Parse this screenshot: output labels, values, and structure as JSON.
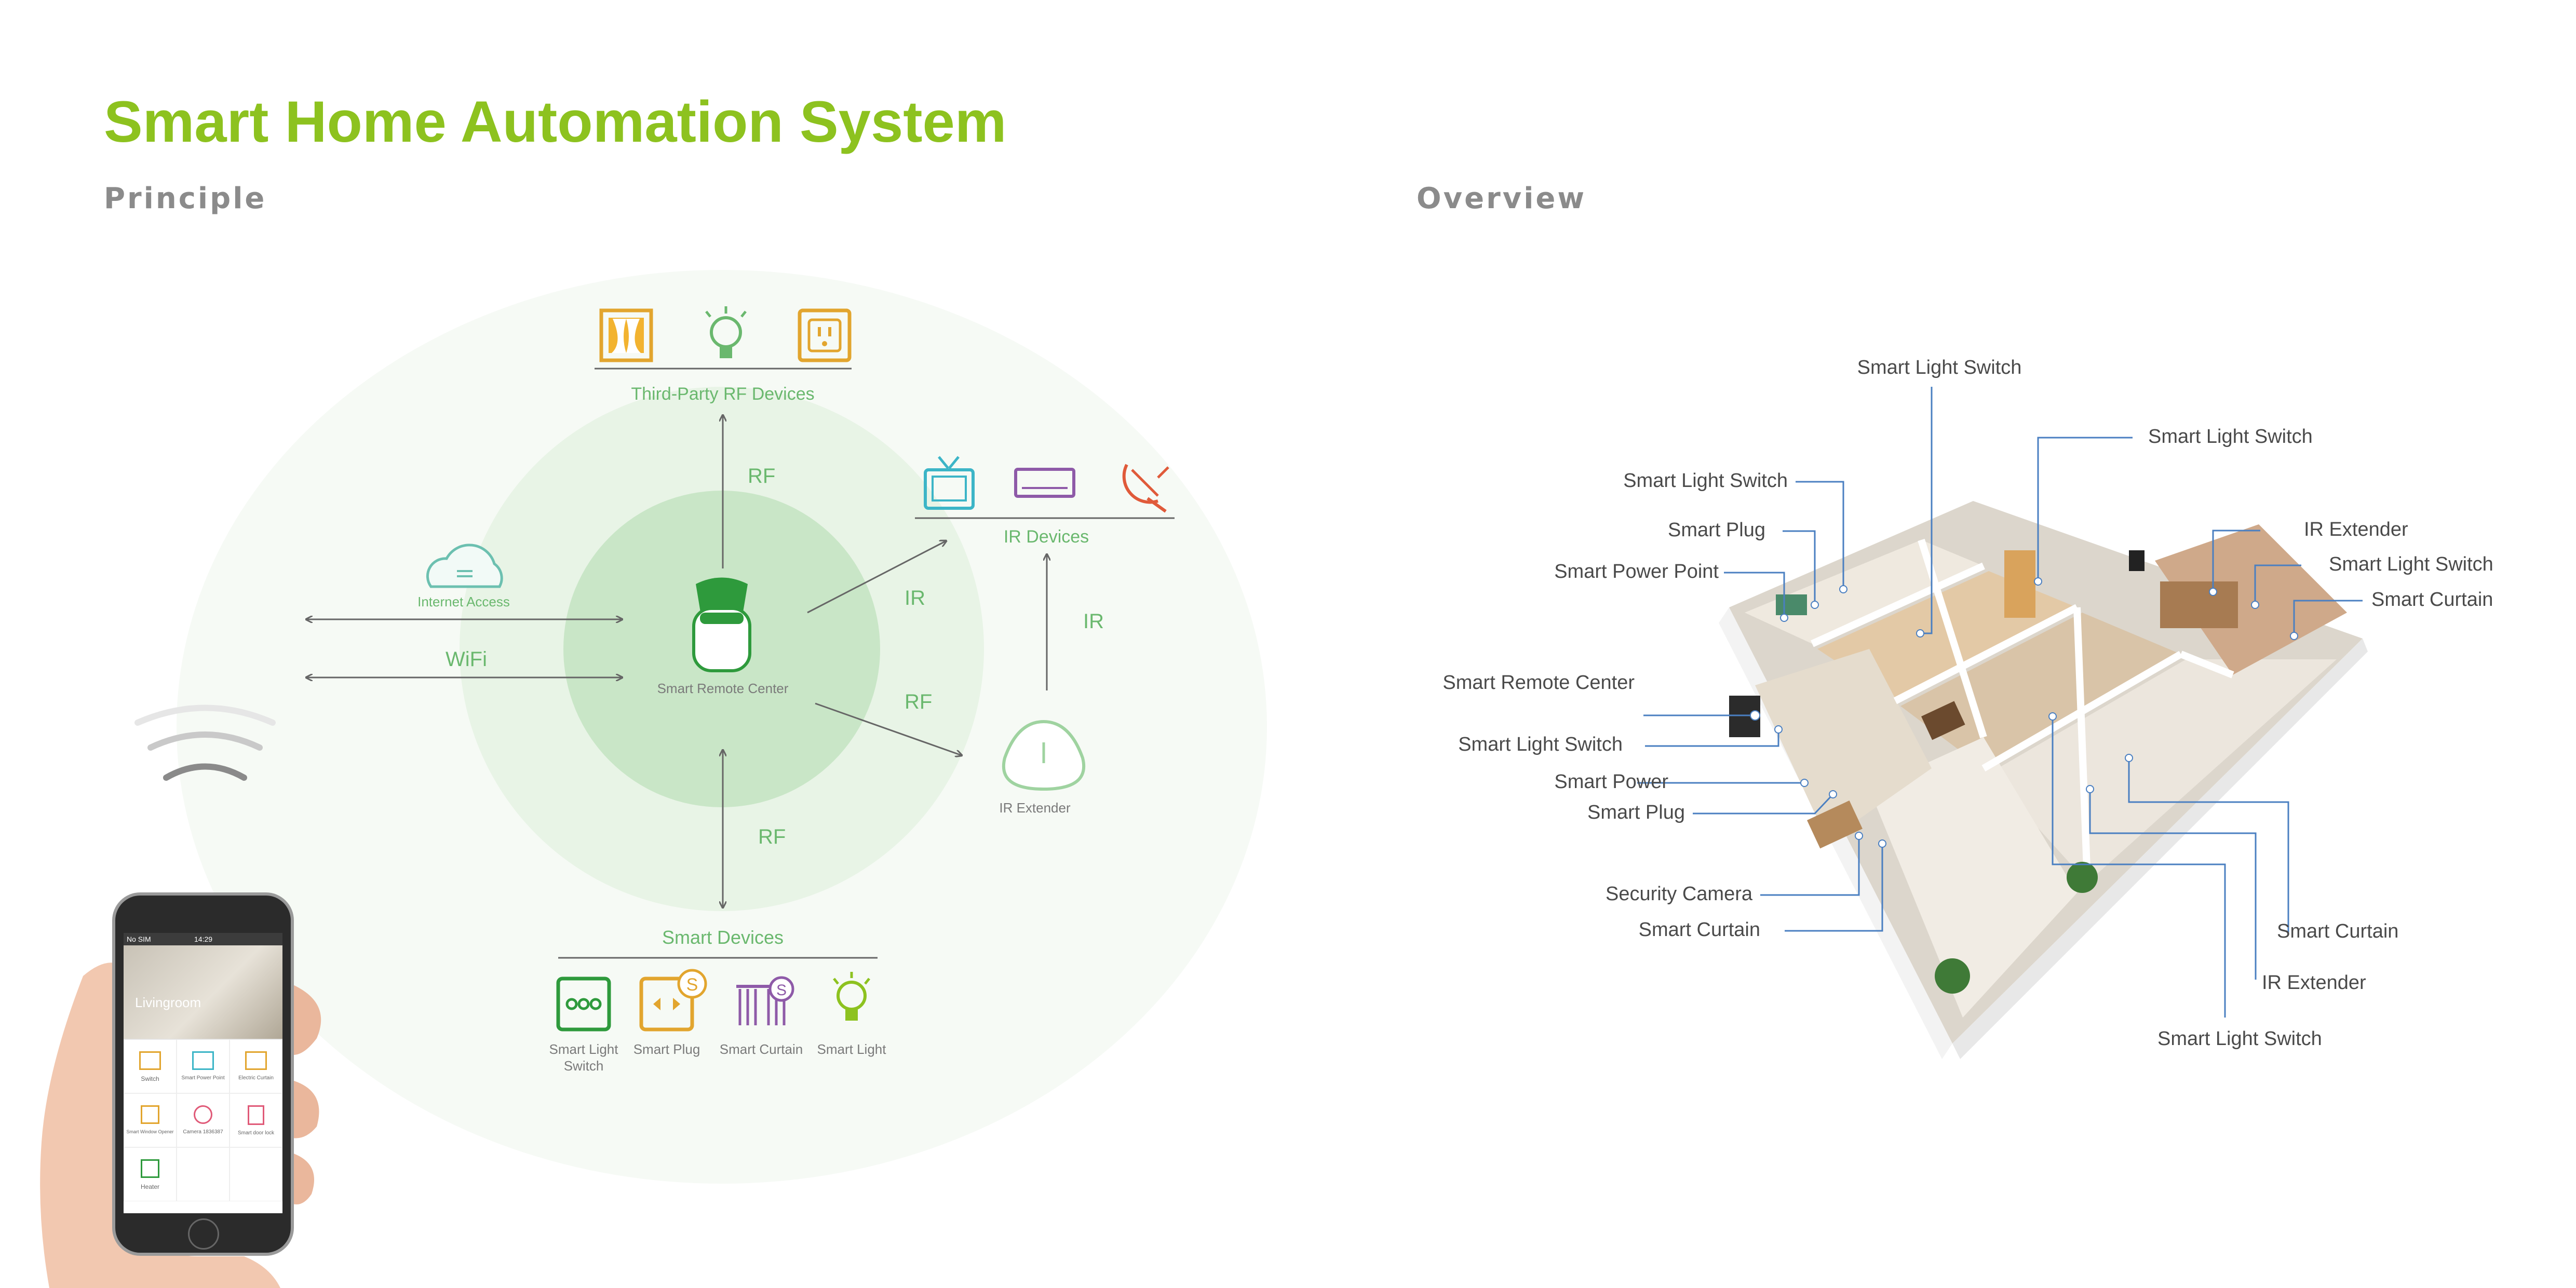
{
  "title": "Smart Home Automation System",
  "principle": {
    "heading": "Principle",
    "third_party_label": "Third-Party RF Devices",
    "ir_devices_label": "IR Devices",
    "internet_label": "Internet Access",
    "wifi_label": "WiFi",
    "center_label": "Smart Remote Center",
    "ir_extender_label": "IR Extender",
    "smart_devices_label": "Smart Devices",
    "link_rf_top": "RF",
    "link_ir_center": "IR",
    "link_rf_extender": "RF",
    "link_ir_extender": "IR",
    "link_rf_bottom": "RF",
    "devices": {
      "light_switch_l1": "Smart Light",
      "light_switch_l2": "Switch",
      "plug": "Smart Plug",
      "curtain": "Smart Curtain",
      "light": "Smart Light"
    },
    "phone": {
      "carrier": "No SIM",
      "time": "14:29",
      "room": "Livingroom",
      "tiles": [
        "Switch",
        "Smart Power Point",
        "Electric Curtain",
        "Smart Window Opener",
        "Camera 1836387",
        "Smart door lock",
        "Heater"
      ]
    }
  },
  "overview": {
    "heading": "Overview",
    "callouts": [
      "Smart Light Switch",
      "Smart Light Switch",
      "Smart Light Switch",
      "Smart Plug",
      "Smart Power Point",
      "Smart Remote Center",
      "Smart Light Switch",
      "Smart Power",
      "Smart Plug",
      "Security Camera",
      "Smart Curtain",
      "IR Extender",
      "Smart Light Switch",
      "Smart Curtain",
      "Smart Curtain",
      "IR Extender",
      "Smart Light Switch"
    ]
  },
  "colors": {
    "brand_green": "#8dc21f",
    "diagram_green": "#6ab86e",
    "heading_gray": "#8b8b8b",
    "callout_line": "#4a7fc1"
  }
}
